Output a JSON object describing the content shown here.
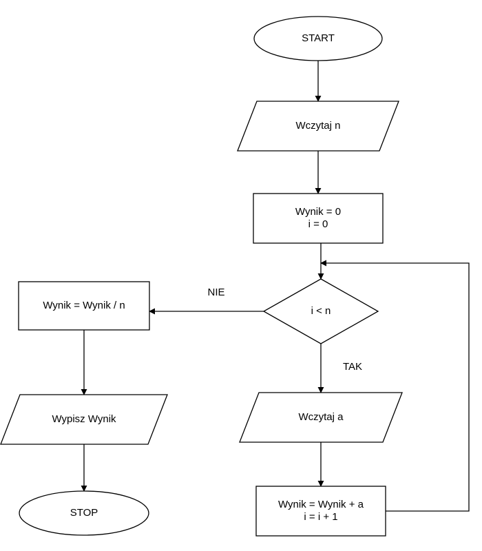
{
  "flowchart": {
    "nodes": {
      "start": {
        "type": "terminator",
        "lines": [
          "START"
        ]
      },
      "read_n": {
        "type": "io",
        "lines": [
          "Wczytaj n"
        ]
      },
      "init": {
        "type": "process",
        "lines": [
          "Wynik = 0",
          "i = 0"
        ]
      },
      "cond": {
        "type": "decision",
        "lines": [
          "i < n"
        ]
      },
      "read_a": {
        "type": "io",
        "lines": [
          "Wczytaj a"
        ]
      },
      "accumulate": {
        "type": "process",
        "lines": [
          "Wynik = Wynik + a",
          "i = i + 1"
        ]
      },
      "divide": {
        "type": "process",
        "lines": [
          "Wynik = Wynik / n"
        ]
      },
      "print": {
        "type": "io",
        "lines": [
          "Wypisz Wynik"
        ]
      },
      "stop": {
        "type": "terminator",
        "lines": [
          "STOP"
        ]
      }
    },
    "edges": [
      {
        "from": "start",
        "to": "read_n"
      },
      {
        "from": "read_n",
        "to": "init"
      },
      {
        "from": "init",
        "to": "cond"
      },
      {
        "from": "cond",
        "to": "divide",
        "label": "NIE"
      },
      {
        "from": "cond",
        "to": "read_a",
        "label": "TAK"
      },
      {
        "from": "read_a",
        "to": "accumulate"
      },
      {
        "from": "accumulate",
        "to": "cond"
      },
      {
        "from": "divide",
        "to": "print"
      },
      {
        "from": "print",
        "to": "stop"
      }
    ]
  }
}
